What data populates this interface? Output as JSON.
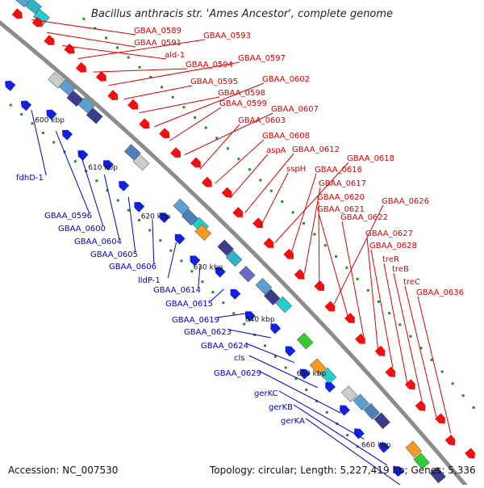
{
  "title": "Bacillus anthracis str. 'Ames Ancestor', complete genome",
  "footer": {
    "accession": "Accession: NC_007530",
    "summary": "Topology: circular; Length: 5,227,419 bp; Genes: 5,336"
  },
  "colors": {
    "backbone": "#8c8c8c",
    "forward_label": "#dd0000",
    "reverse_label": "#0000cc",
    "forward_gene": "#ee1111",
    "reverse_gene": "#1122dd",
    "tick_dot": "#2a8a2a"
  },
  "scale_labels": [
    "600 kbp",
    "610 kbp",
    "620 kbp",
    "630 kbp",
    "640 kbp",
    "650 kbp",
    "660 kbp"
  ],
  "forward_labels": [
    "GBAA_0589",
    "GBAA_0591",
    "ald-1",
    "GBAA_0593",
    "GBAA_0594",
    "GBAA_0597",
    "GBAA_0595",
    "GBAA_0598",
    "GBAA_0602",
    "GBAA_0599",
    "GBAA_0607",
    "GBAA_0603",
    "GBAA_0608",
    "aspA",
    "GBAA_0612",
    "sspH",
    "GBAA_0618",
    "GBAA_0616",
    "GBAA_0617",
    "GBAA_0620",
    "GBAA_0626",
    "GBAA_0621",
    "GBAA_0622",
    "GBAA_0627",
    "GBAA_0628",
    "treR",
    "treB",
    "treC",
    "GBAA_0636"
  ],
  "reverse_labels": [
    "fdhD-1",
    "GBAA_0596",
    "GBAA_0600",
    "GBAA_0604",
    "GBAA_0605",
    "GBAA_0606",
    "lldP-1",
    "GBAA_0614",
    "GBAA_0615",
    "GBAA_0619",
    "GBAA_0623",
    "GBAA_0624",
    "cls",
    "GBAA_0629",
    "gerKC",
    "gerKB",
    "gerKA"
  ]
}
